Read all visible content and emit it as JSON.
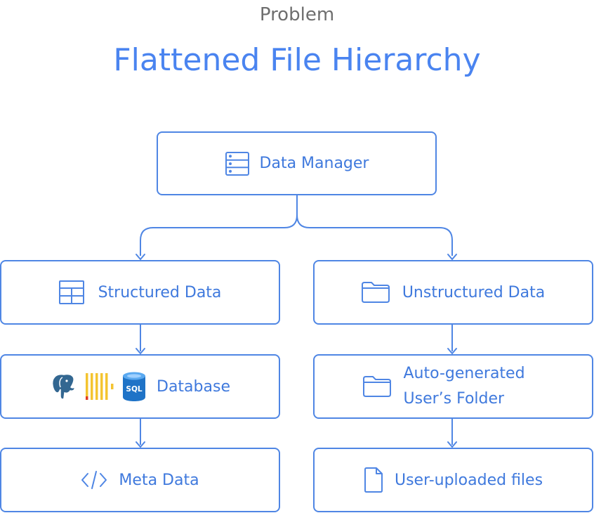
{
  "header": {
    "subtitle": "Problem",
    "title": "Flattened File Hierarchy"
  },
  "nodes": {
    "data_manager": {
      "label": "Data Manager",
      "icon": "server-icon"
    },
    "structured": {
      "label": "Structured Data",
      "icon": "table-icon"
    },
    "unstructured": {
      "label": "Unstructured Data",
      "icon": "folder-icon"
    },
    "database": {
      "label": "Database",
      "icons": [
        "postgresql-icon",
        "clickhouse-icon",
        "sql-database-icon"
      ]
    },
    "user_folder": {
      "line1": "Auto-generated",
      "line2": "User’s Folder",
      "icon": "folder-icon"
    },
    "meta": {
      "label": "Meta Data",
      "icon": "code-icon"
    },
    "uploads": {
      "label": "User-uploaded files",
      "icon": "file-icon"
    }
  },
  "colors": {
    "accent": "#4f86e4",
    "title": "#4a84f0",
    "subtitle": "#6e6e6e"
  }
}
